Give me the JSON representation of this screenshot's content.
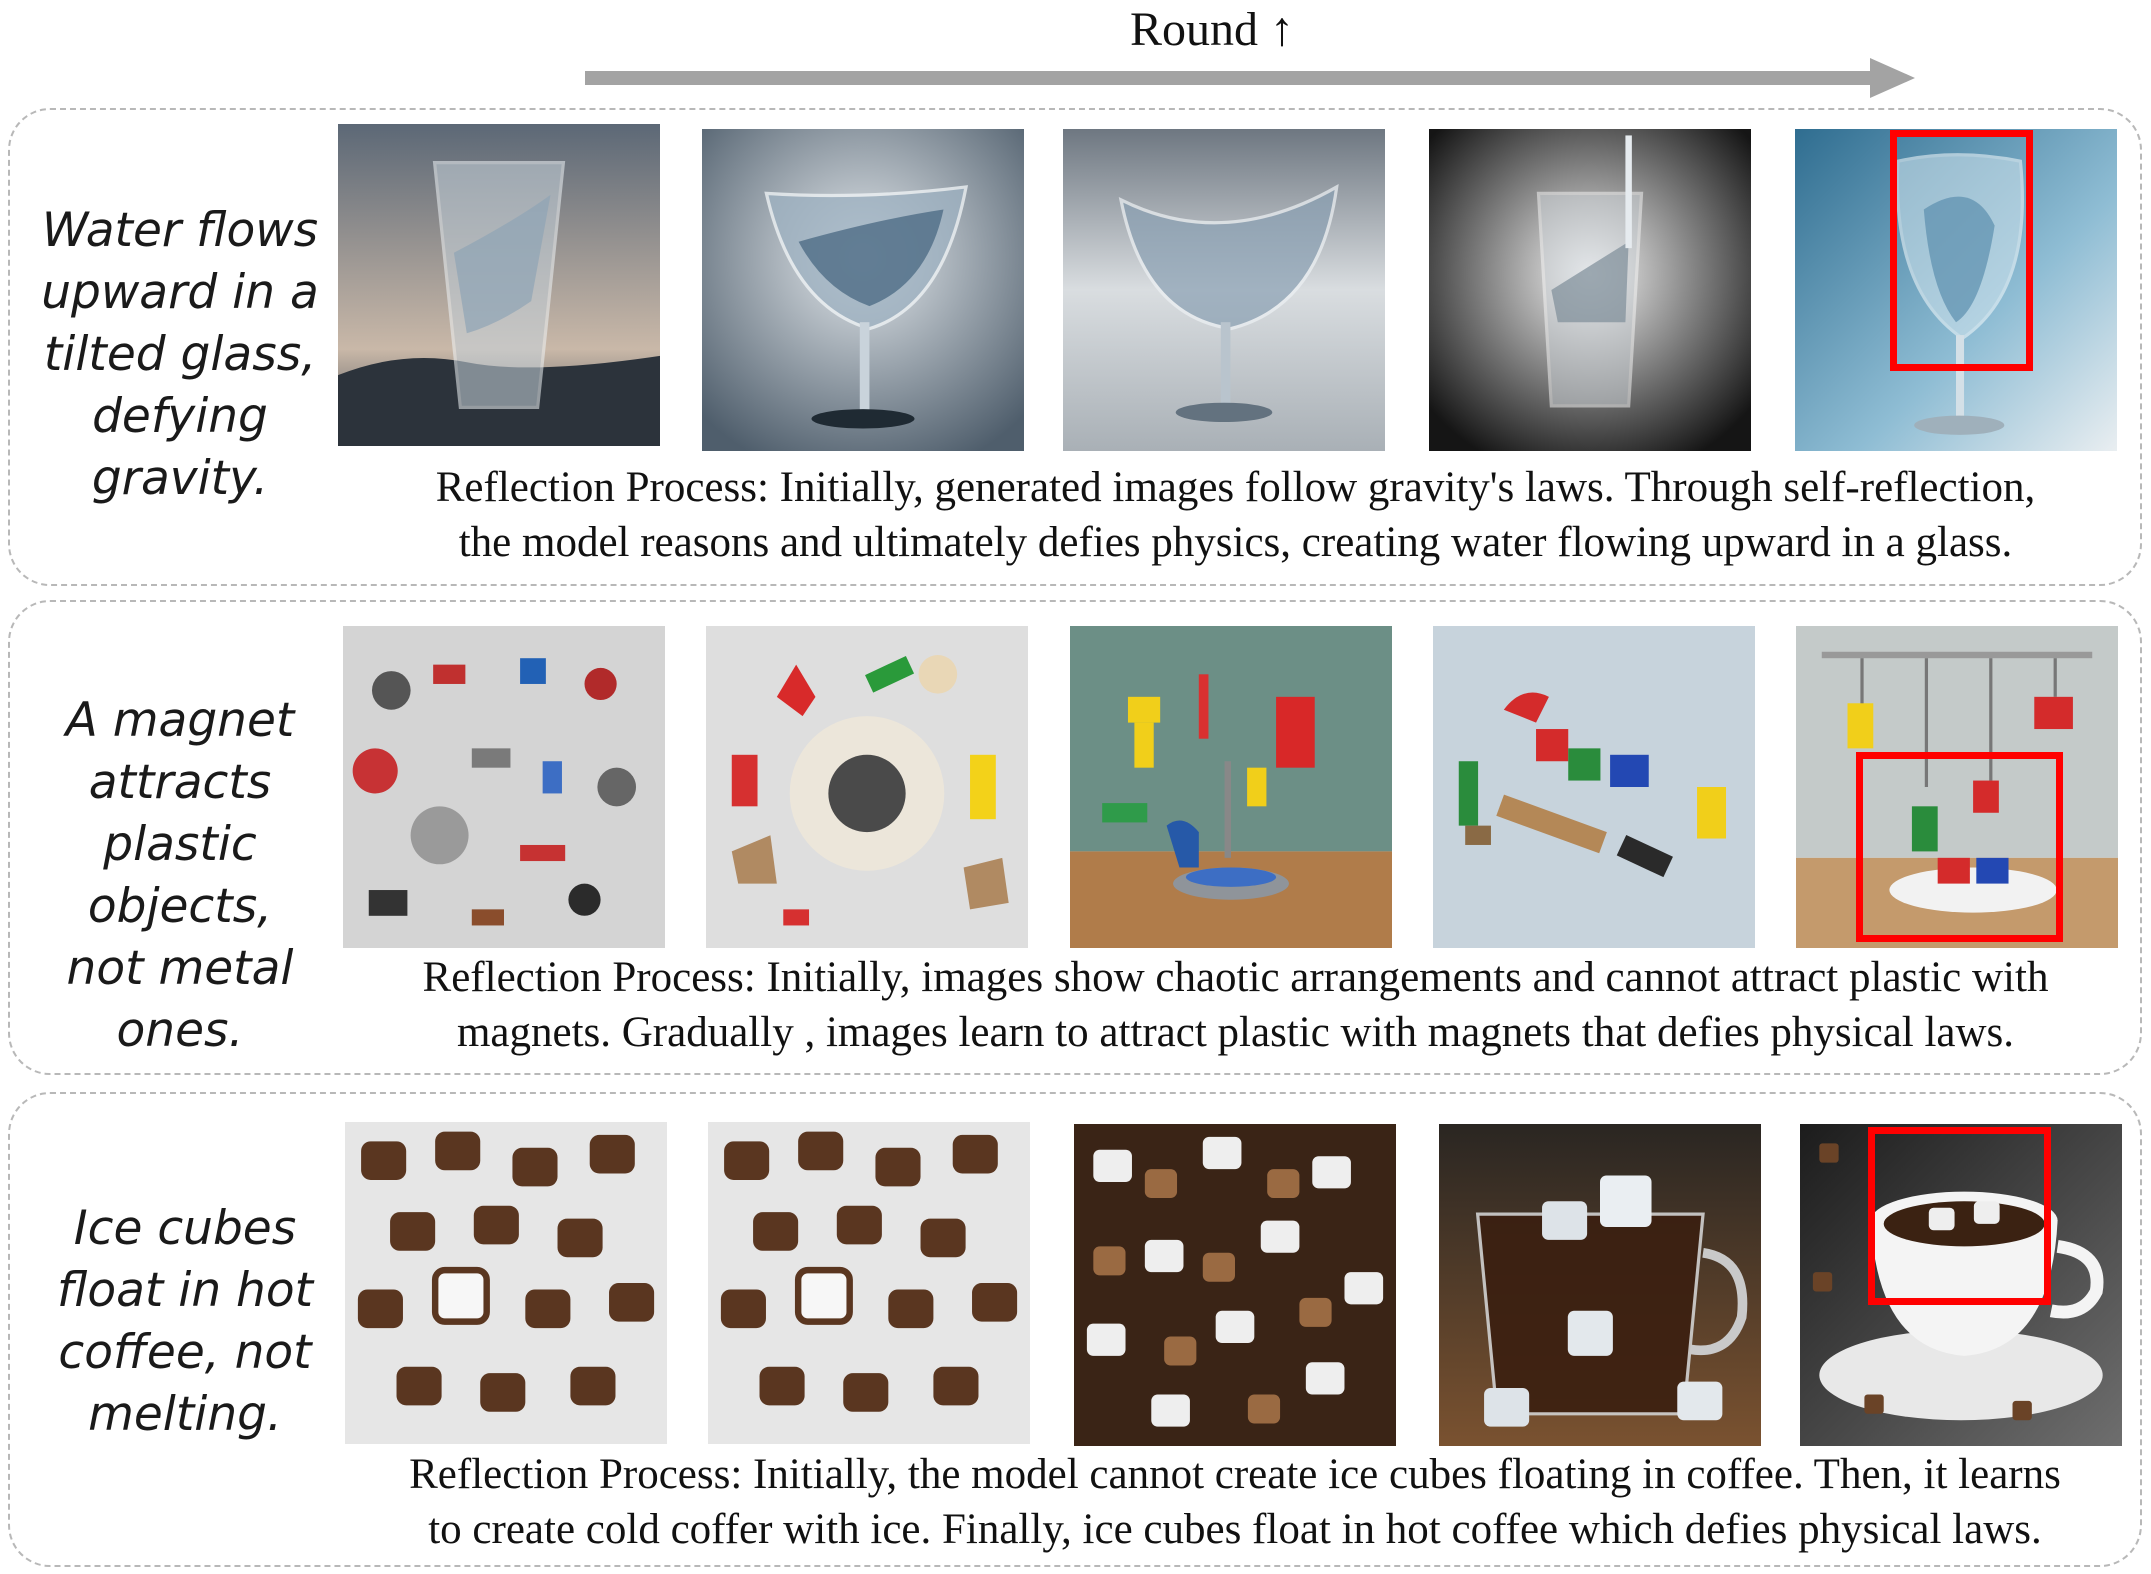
{
  "header": {
    "round_label": "Round ↑"
  },
  "rows": [
    {
      "prompt": [
        "Water flows",
        "upward in a",
        "tilted glass,",
        "defying",
        "gravity."
      ],
      "caption_line1": "Reflection Process: Initially, generated images follow gravity's laws. Through self-reflection,",
      "caption_line2": "the model reasons and ultimately defies physics, creating water flowing upward in a glass.",
      "images": [
        "glass-of-water-image",
        "martini-glass-image",
        "splashing-glass-image",
        "glass-with-stream-image",
        "wine-glass-swirl-image"
      ]
    },
    {
      "prompt": [
        "A magnet",
        "attracts",
        "plastic objects,",
        "not metal",
        "ones."
      ],
      "caption_line1": "Reflection Process: Initially, images show chaotic arrangements and cannot attract plastic with",
      "caption_line2": "magnets. Gradually , images learn to attract plastic with magnets that defies physical laws.",
      "images": [
        "scattered-objects-image",
        "magnet-disc-objects-image",
        "magnet-stand-image",
        "plastic-blocks-image",
        "hanging-plastic-magnet-image"
      ]
    },
    {
      "prompt": [
        "Ice cubes",
        "float in hot",
        "coffee, not",
        "melting."
      ],
      "caption_line1": "Reflection Process: Initially, the model cannot create ice cubes floating in coffee. Then, it learns",
      "caption_line2": "to create cold coffer with ice. Finally, ice cubes float in hot coffee which defies physical laws.",
      "images": [
        "chocolate-cubes-image",
        "chocolate-cubes-repeat-image",
        "ice-and-chocolate-image",
        "iced-coffee-glass-image",
        "hot-coffee-cup-image"
      ]
    }
  ]
}
